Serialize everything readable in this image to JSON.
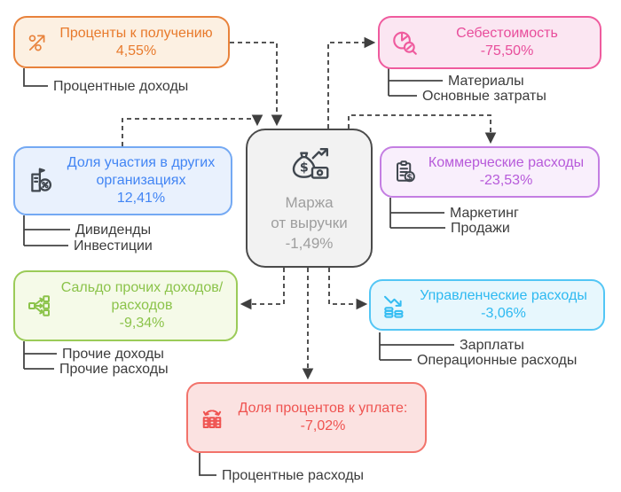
{
  "styles": {
    "flow_line_color": "#3F3F3F",
    "label_connector_color": "#444444",
    "leaf_label_color": "#3C3C3C",
    "background": "#FFFFFF"
  },
  "nodes": {
    "interest_receivable": {
      "title": "Проценты к получению",
      "value": "4,55%",
      "icon": "percent-trend-icon",
      "items": [
        "Процентные доходы"
      ],
      "colors": {
        "border": "#E8823B",
        "bg": "#FCF0E2",
        "text": "#E87A2C",
        "icon": "#E8823B"
      }
    },
    "cost_of_sales": {
      "title": "Себестоимость",
      "value": "-75,50%",
      "icon": "pie-search-icon",
      "items": [
        "Материалы",
        "Основные затраты"
      ],
      "colors": {
        "border": "#EF5B9E",
        "bg": "#FBE6F2",
        "text": "#E84D9B",
        "icon": "#EF5B9E"
      }
    },
    "equity_participation": {
      "title": "Доля участия в других организациях",
      "value": "12,41%",
      "icon": "building-percent-icon",
      "items": [
        "Дивиденды",
        "Инвестиции"
      ],
      "colors": {
        "border": "#74A9F3",
        "bg": "#E9F1FD",
        "text": "#4285F4",
        "icon": "#40474F"
      }
    },
    "revenue_margin": {
      "title_line1": "Маржа",
      "title_line2": "от выручки",
      "value": "-1,49%",
      "icon": "money-bag-icon",
      "colors": {
        "border": "#4B4B4B",
        "bg": "#F2F2F2",
        "text": "#9E9E9E",
        "icon": "#40474F"
      }
    },
    "commercial_expenses": {
      "title": "Коммерческие расходы",
      "value": "-23,53%",
      "icon": "clipboard-dollar-icon",
      "items": [
        "Маркетинг",
        "Продажи"
      ],
      "colors": {
        "border": "#C47EE2",
        "bg": "#F9EFFC",
        "text": "#B75ADA",
        "icon": "#40474F"
      }
    },
    "other_income_expenses": {
      "title_line1": "Сальдо прочих доходов/",
      "title_line2": "расходов",
      "value": "-9,34%",
      "icon": "share-nodes-icon",
      "items": [
        "Прочие доходы",
        "Прочие расходы"
      ],
      "colors": {
        "border": "#9BCB58",
        "bg": "#F5FAE8",
        "text": "#8BC34A",
        "icon": "#8BC34A"
      }
    },
    "administrative_expenses": {
      "title": "Управленческие расходы",
      "value": "-3,06%",
      "icon": "decline-coins-icon",
      "items": [
        "Зарплаты",
        "Операционные расходы"
      ],
      "colors": {
        "border": "#53C6F5",
        "bg": "#E7F7FD",
        "text": "#2DB9F1",
        "icon": "#35BDF2"
      }
    },
    "interest_payable": {
      "title": "Доля процентов к уплате:",
      "value": "-7,02%",
      "icon": "bank-columns-icon",
      "items": [
        "Процентные расходы"
      ],
      "colors": {
        "border": "#F2736B",
        "bg": "#FBE2E1",
        "text": "#EF5350",
        "icon": "#EF5350"
      }
    }
  }
}
